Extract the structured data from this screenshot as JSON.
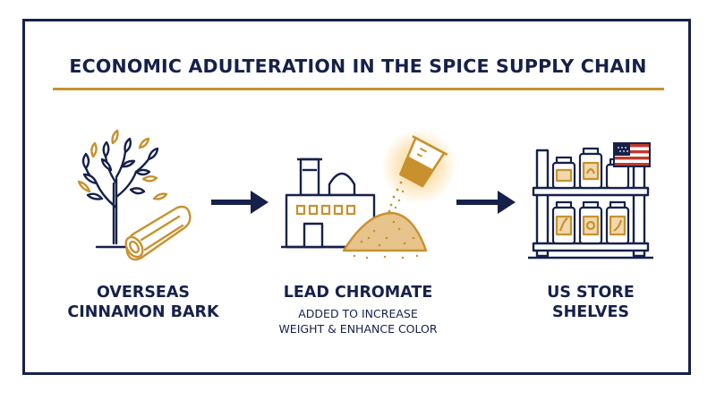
{
  "title": "ECONOMIC ADULTERATION IN THE SPICE SUPPLY CHAIN",
  "steps": [
    {
      "label_line1": "OVERSEAS",
      "label_line2": "CINNAMON BARK",
      "icon": "cinnamon-tree-icon"
    },
    {
      "label_line1": "LEAD CHROMATE",
      "sub_line1": "ADDED TO INCREASE",
      "sub_line2": "WEIGHT & ENHANCE COLOR",
      "icon": "factory-icon"
    },
    {
      "label_line1": "US STORE",
      "label_line2": "SHELVES",
      "icon": "store-shelf-icon"
    }
  ],
  "colors": {
    "navy": "#16214a",
    "gold": "#c8912e",
    "glow": "#f5c25a"
  }
}
